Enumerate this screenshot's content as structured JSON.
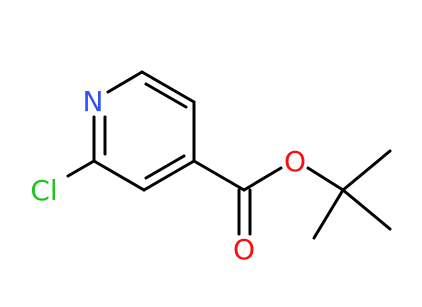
{
  "molecule": {
    "atoms": {
      "nitrogen": {
        "label": "N",
        "color": "#3050F8"
      },
      "chlorine": {
        "label": "Cl",
        "color": "#1FC51F"
      },
      "ester_oxygen": {
        "label": "O",
        "color": "#FF0D0D"
      },
      "carbonyl_oxygen": {
        "label": "O",
        "color": "#FF0D0D"
      }
    },
    "bond_color": "#000000"
  }
}
